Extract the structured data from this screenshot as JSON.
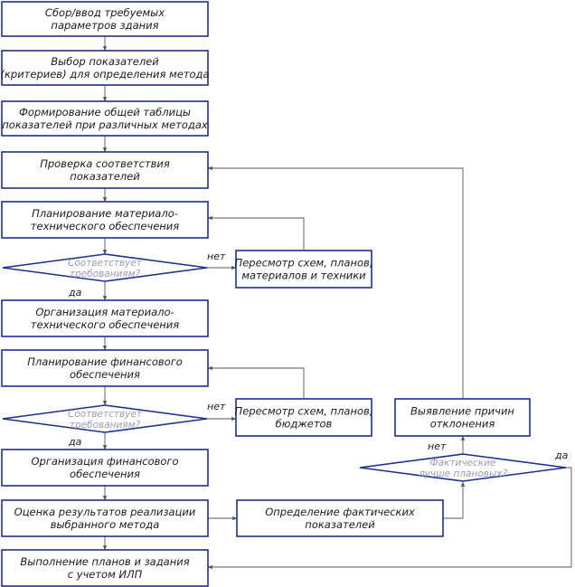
{
  "colors": {
    "box_stroke": "#1f2f8a",
    "connector": "#555555",
    "decision_text": "#9a9ab0"
  },
  "steps": [
    {
      "id": "s1",
      "lines": [
        "Сбор/ввод требуемых",
        "параметров здания"
      ]
    },
    {
      "id": "s2",
      "lines": [
        "Выбор показателей",
        "(критериев) для определения метода"
      ]
    },
    {
      "id": "s3",
      "lines": [
        "Формирование общей таблицы",
        "показателей при различных методах"
      ]
    },
    {
      "id": "s4",
      "lines": [
        "Проверка соответствия",
        "показателей"
      ]
    },
    {
      "id": "s5",
      "lines": [
        "Планирование материало-",
        "технического обеспечения"
      ]
    },
    {
      "id": "s6",
      "lines": [
        "Организация материало-",
        "технического обеспечения"
      ]
    },
    {
      "id": "s7",
      "lines": [
        "Планирование финансового",
        "обеспечения"
      ]
    },
    {
      "id": "s8",
      "lines": [
        "Организация финансового",
        "обеспечения"
      ]
    },
    {
      "id": "s9",
      "lines": [
        "Оценка результатов реализации",
        "выбранного метода"
      ]
    },
    {
      "id": "s10",
      "lines": [
        "Выполнение планов и задания",
        "с учетом ИЛП"
      ]
    },
    {
      "id": "r1",
      "lines": [
        "Пересмотр схем, планов,",
        "материалов и техники"
      ]
    },
    {
      "id": "r2",
      "lines": [
        "Пересмотр схем, планов,",
        "бюджетов"
      ]
    },
    {
      "id": "r3",
      "lines": [
        "Определение фактических",
        "показателей"
      ]
    },
    {
      "id": "r4",
      "lines": [
        "Выявление причин",
        "отклонения"
      ]
    }
  ],
  "decisions": [
    {
      "id": "d1",
      "lines": [
        "Соответствует",
        "требованиям?"
      ]
    },
    {
      "id": "d2",
      "lines": [
        "Соответствует",
        "требованиям?"
      ]
    },
    {
      "id": "d3",
      "lines": [
        "Фактические",
        "лучше плановых?"
      ]
    }
  ],
  "labels": {
    "yes": "да",
    "no": "нет"
  }
}
